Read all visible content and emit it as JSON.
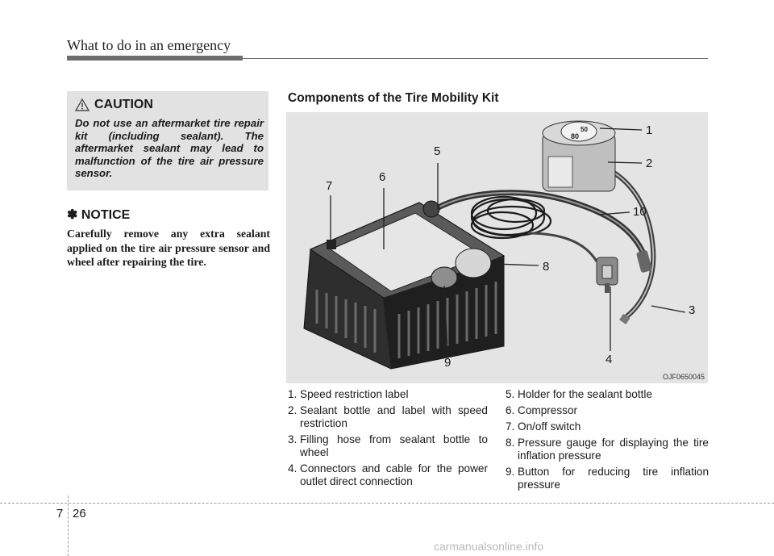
{
  "header": {
    "section": "What to do in an emergency"
  },
  "caution": {
    "title": "CAUTION",
    "body": "Do not use an aftermarket tire repair kit (including sealant). The aftermarket sealant may lead to malfunction of the tire air pressure sensor."
  },
  "notice": {
    "title": "✽ NOTICE",
    "body": "Carefully remove any extra sealant applied on the tire air pressure sensor and wheel after repairing the tire."
  },
  "components": {
    "title": "Components of the Tire Mobility Kit",
    "figure_code": "OJF0650045",
    "callouts": [
      "1",
      "2",
      "3",
      "4",
      "5",
      "6",
      "7",
      "8",
      "9",
      "10"
    ],
    "bottle_label": "80",
    "bottle_label_2": "50"
  },
  "list_left": [
    {
      "num": "1.",
      "text": "Speed restriction label"
    },
    {
      "num": "2.",
      "text": "Sealant bottle and label with speed restriction"
    },
    {
      "num": "3.",
      "text": "Filling hose from sealant bottle to wheel"
    },
    {
      "num": "4.",
      "text": "Connectors and cable for the power outlet direct connection"
    }
  ],
  "list_right": [
    {
      "num": "5.",
      "text": "Holder for the sealant bottle"
    },
    {
      "num": "6.",
      "text": "Compressor"
    },
    {
      "num": "7.",
      "text": "On/off switch"
    },
    {
      "num": "8.",
      "text": "Pressure gauge for displaying the tire inflation pressure"
    },
    {
      "num": "9.",
      "text": "Button for reducing tire inflation pressure"
    }
  ],
  "footer": {
    "chapter": "7",
    "page": "26"
  },
  "watermark": "carmanualsonline.info"
}
